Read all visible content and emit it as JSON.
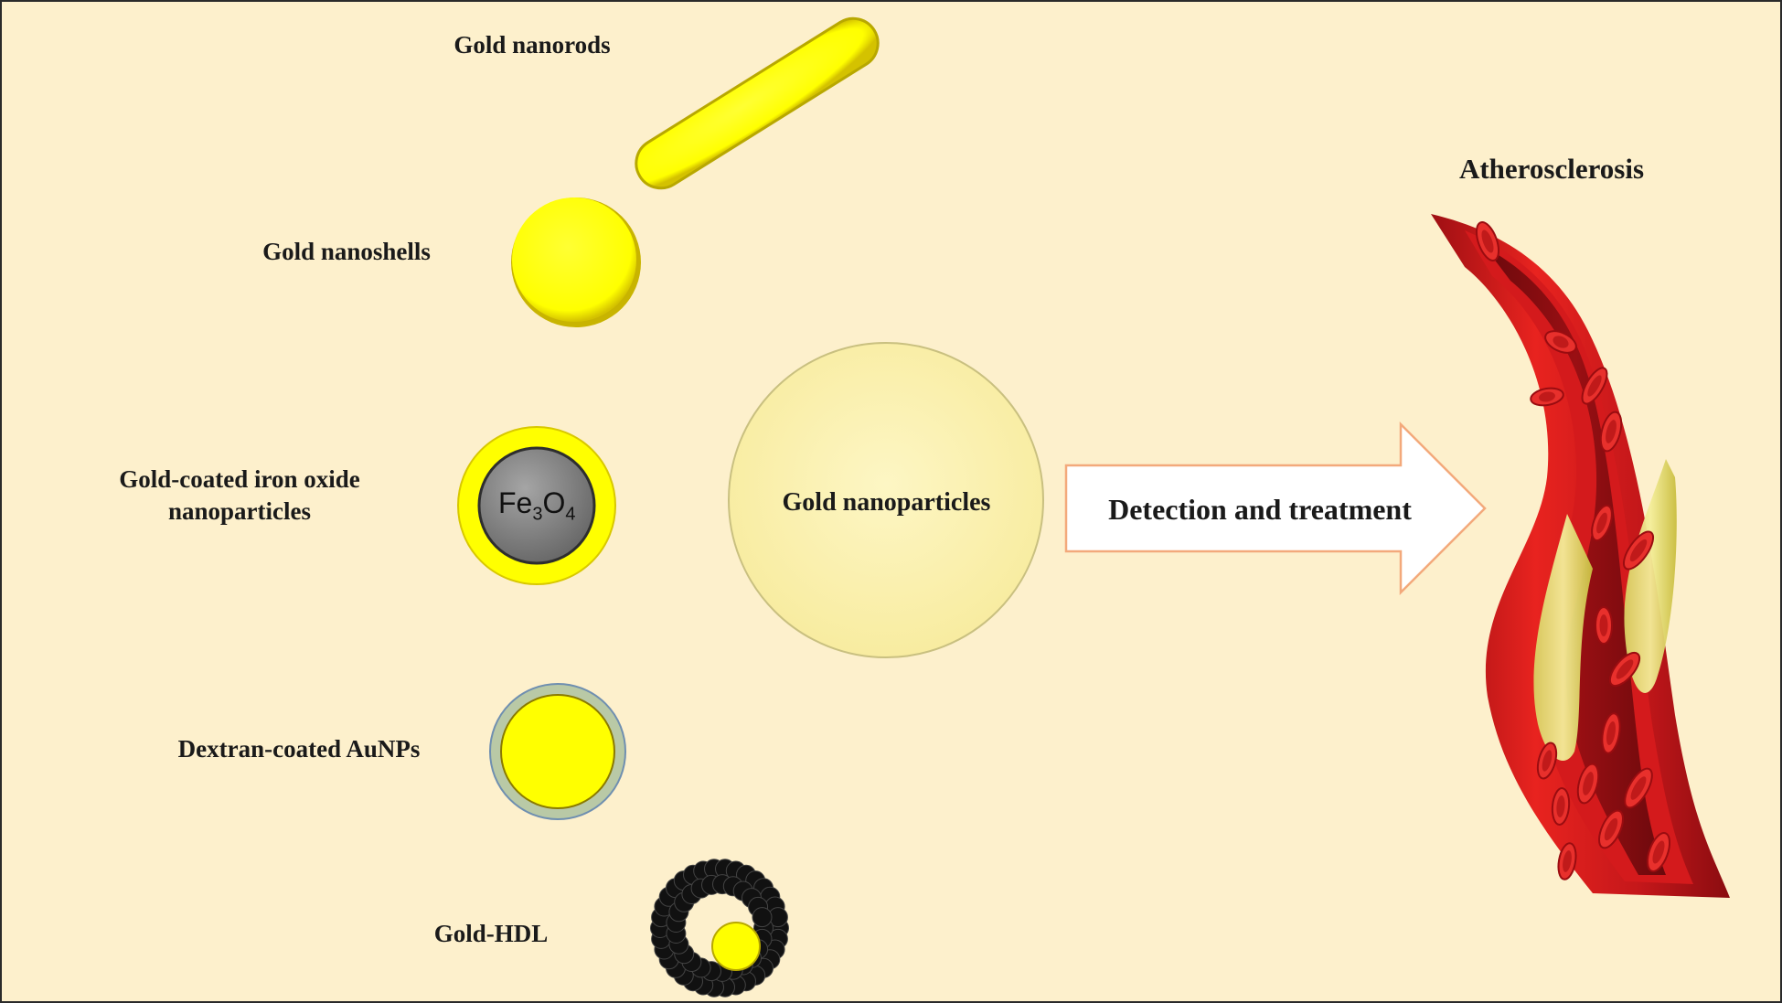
{
  "labels": {
    "nanorods": "Gold nanorods",
    "nanoshells": "Gold nanoshells",
    "iron_oxide_line1": "Gold-coated iron oxide",
    "iron_oxide_line2": "nanoparticles",
    "dextran": "Dextran-coated AuNPs",
    "hdl": "Gold-HDL",
    "center": "Gold nanoparticles",
    "arrow": "Detection and treatment",
    "target": "Atherosclerosis"
  },
  "fe3o4": {
    "base1": "Fe",
    "sub1": "3",
    "base2": "O",
    "sub2": "4"
  },
  "colors": {
    "background": "#fdf0cc",
    "gold": "#ffff00",
    "gold_edge": "#c8b400",
    "iron_core": "#8c8c8c",
    "dextran_shell": "#b9c9a6",
    "hdl_bead": "#0d0d0d",
    "center_circle": "#fbf1b0",
    "arrow_stroke": "#f3a97b",
    "vessel_red": "#c8161b",
    "vessel_dark": "#7e0d10",
    "plaque": "#e8e06a"
  },
  "icons": [
    "nanorod-icon",
    "nanoshell-icon",
    "iron-oxide-particle-icon",
    "dextran-particle-icon",
    "gold-hdl-icon",
    "artery-illustration"
  ]
}
